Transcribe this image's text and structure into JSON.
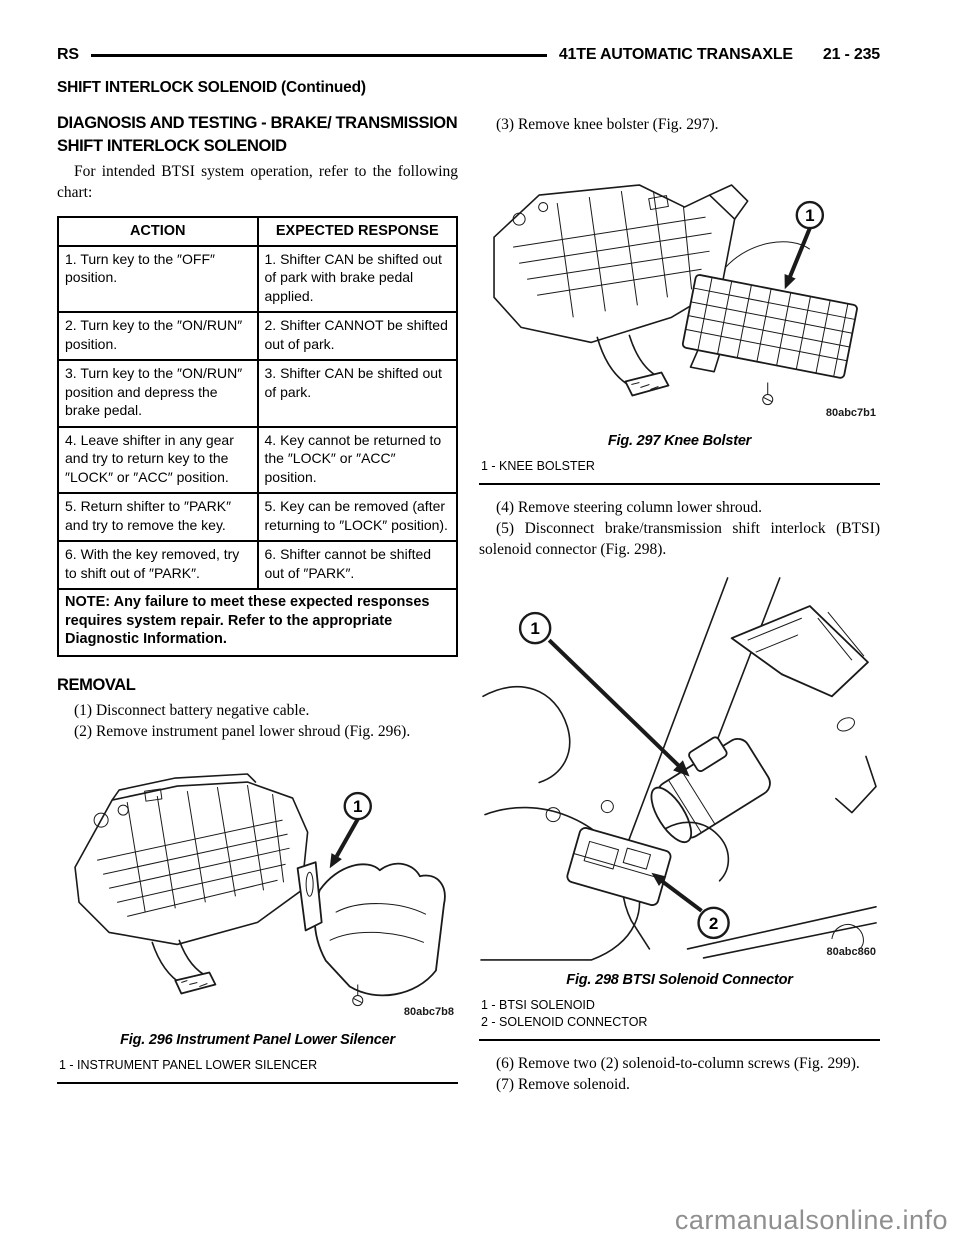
{
  "header": {
    "model": "RS",
    "section": "41TE AUTOMATIC TRANSAXLE",
    "page_number": "21 - 235",
    "continued_title": "SHIFT INTERLOCK SOLENOID (Continued)"
  },
  "left_column": {
    "section_title": "DIAGNOSIS AND TESTING - BRAKE/ TRANSMISSION SHIFT INTERLOCK SOLENOID",
    "intro": "For intended BTSI system operation, refer to the following chart:",
    "table": {
      "headers": [
        "ACTION",
        "EXPECTED RESPONSE"
      ],
      "rows": [
        [
          "1. Turn key to the ″OFF″ position.",
          "1. Shifter CAN be shifted out of park with brake pedal applied."
        ],
        [
          "2. Turn key to the ″ON/RUN″ position.",
          "2. Shifter CANNOT be shifted out of park."
        ],
        [
          "3. Turn key to the ″ON/RUN″ position and depress the brake pedal.",
          "3. Shifter CAN be shifted out of park."
        ],
        [
          "4. Leave shifter in any gear and try to return key to the ″LOCK″ or ″ACC″ position.",
          "4. Key cannot be returned to the ″LOCK″ or ″ACC″ position."
        ],
        [
          "5. Return shifter to ″PARK″ and try to remove the key.",
          "5. Key can be removed (after returning to ″LOCK″ position)."
        ],
        [
          "6. With the key removed, try to shift out of ″PARK″.",
          "6. Shifter cannot be shifted out of ″PARK″."
        ]
      ],
      "note": "NOTE: Any failure to meet these expected responses requires system repair. Refer to the appropriate Diagnostic Information."
    },
    "removal_title": "REMOVAL",
    "steps": [
      "(1) Disconnect battery negative cable.",
      "(2) Remove instrument panel lower shroud (Fig. 296)."
    ],
    "figure296": {
      "code": "80abc7b8",
      "caption": "Fig. 296 Instrument Panel Lower Silencer",
      "legend": [
        "1 - INSTRUMENT PANEL LOWER SILENCER"
      ],
      "callouts": [
        "1"
      ]
    }
  },
  "right_column": {
    "step3": "(3) Remove knee bolster (Fig. 297).",
    "figure297": {
      "code": "80abc7b1",
      "caption": "Fig. 297 Knee Bolster",
      "legend": [
        "1 - KNEE BOLSTER"
      ],
      "callouts": [
        "1"
      ]
    },
    "steps45": [
      "(4) Remove steering column lower shroud.",
      "(5) Disconnect brake/transmission shift interlock (BTSI) solenoid connector (Fig. 298)."
    ],
    "figure298": {
      "code": "80abc860",
      "caption": "Fig. 298 BTSI Solenoid Connector",
      "legend": [
        "1 - BTSI SOLENOID",
        "2 - SOLENOID CONNECTOR"
      ],
      "callouts": [
        "1",
        "2"
      ]
    },
    "steps67": [
      "(6) Remove two (2) solenoid-to-column screws (Fig. 299).",
      "(7) Remove solenoid."
    ]
  },
  "watermark": "carmanualsonline.info"
}
